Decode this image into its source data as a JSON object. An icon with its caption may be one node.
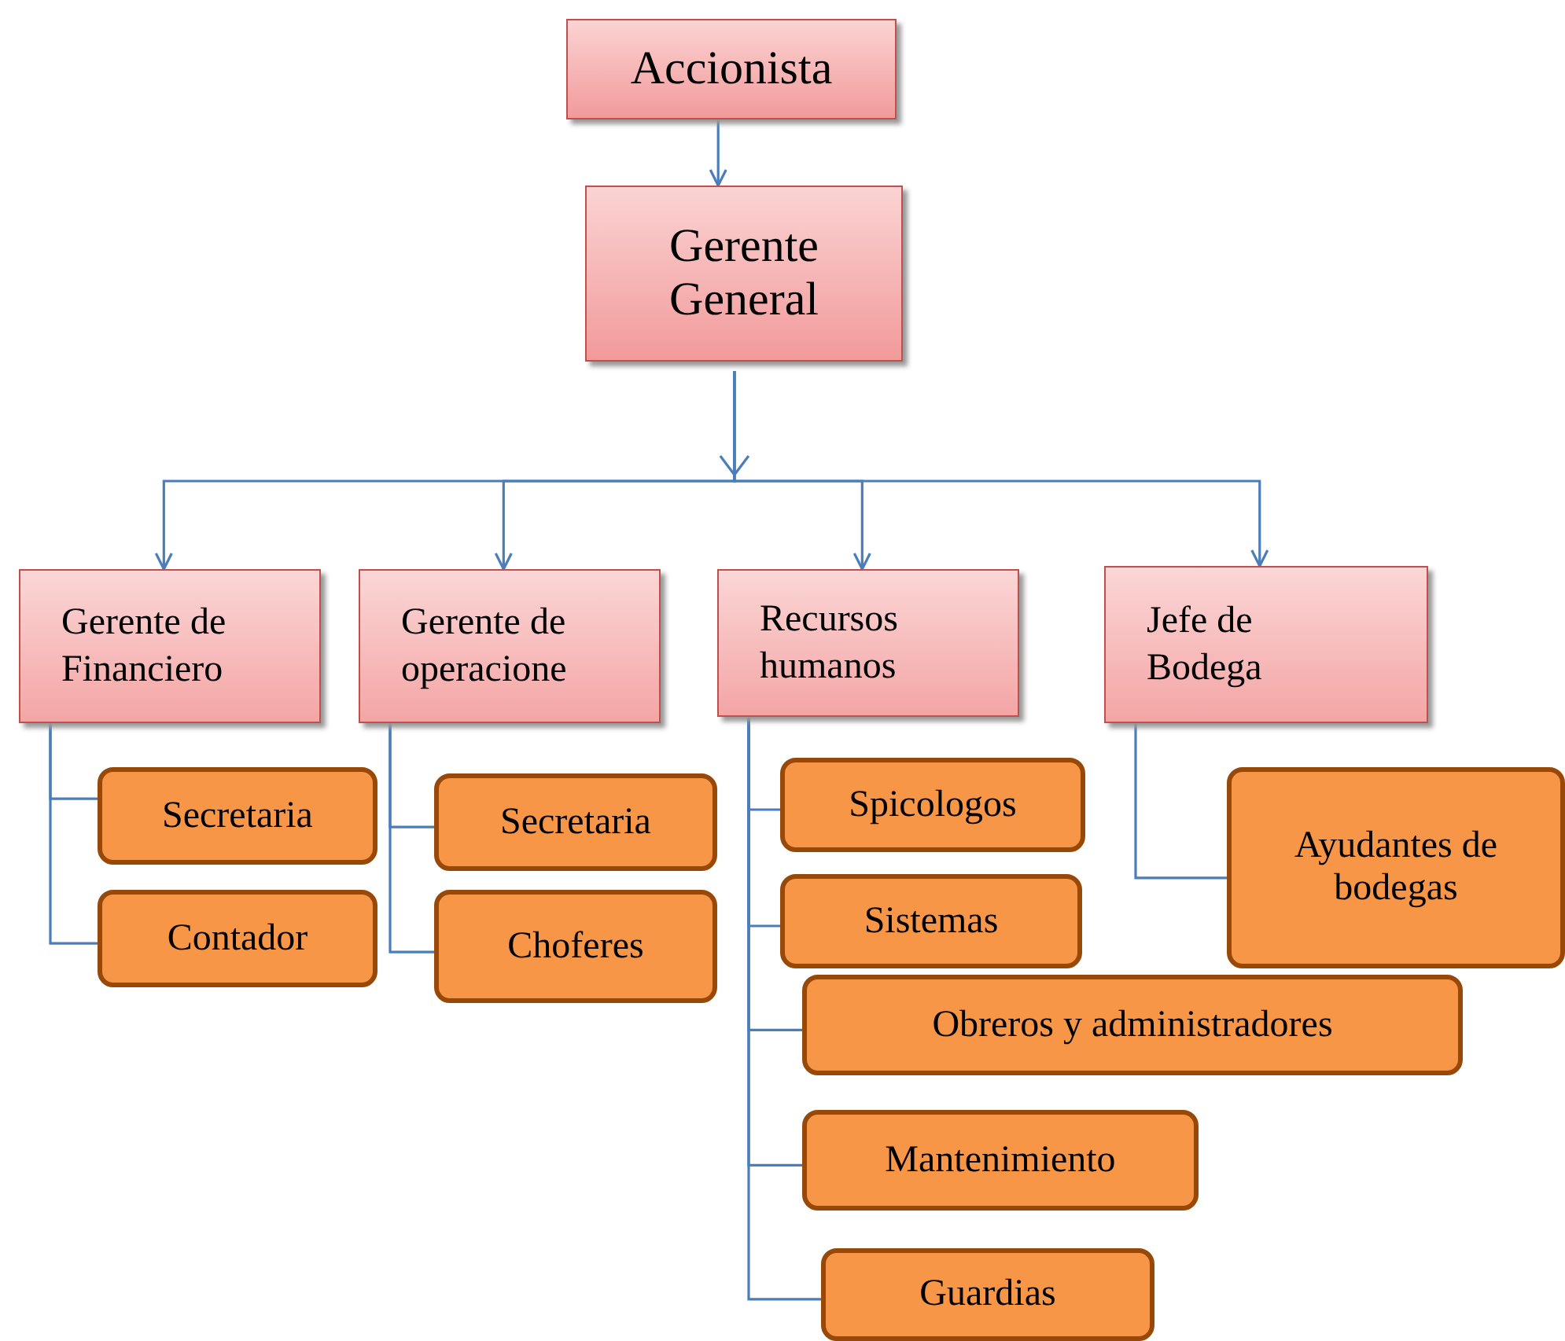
{
  "diagram": {
    "nodes": [
      {
        "text": [
          "Accionista"
        ]
      },
      {
        "text": [
          "Gerente General"
        ]
      },
      {
        "text": [
          "Gerente de Financiero"
        ]
      },
      {
        "text": [
          "Gerente de operacione"
        ]
      },
      {
        "text": [
          "Recursos humanos"
        ]
      },
      {
        "text": [
          "Jefe de Bodega"
        ]
      },
      {
        "text": [
          "Secretaria"
        ]
      },
      {
        "text": [
          "Contador"
        ]
      },
      {
        "text": [
          "Secretaria"
        ]
      },
      {
        "text": [
          "Choferes"
        ]
      },
      {
        "text": [
          "Spicologos"
        ]
      },
      {
        "text": [
          "Sistemas"
        ]
      },
      {
        "text": [
          "Obreros y  administradores"
        ]
      },
      {
        "text": [
          "Mantenimiento"
        ]
      },
      {
        "text": [
          "Guardias"
        ]
      },
      {
        "text": [
          "Ayudantes de bodegas"
        ]
      }
    ],
    "edges": [
      {
        "from": 0,
        "to": 1,
        "arrow": "to"
      },
      {
        "from": 1,
        "to": 2,
        "arrow": "to"
      },
      {
        "from": 1,
        "to": 3,
        "arrow": "to"
      },
      {
        "from": 1,
        "to": 4,
        "arrow": "to"
      },
      {
        "from": 1,
        "to": 5,
        "arrow": "to"
      },
      {
        "from": 2,
        "to": 6,
        "arrow": "none"
      },
      {
        "from": 2,
        "to": 7,
        "arrow": "none"
      },
      {
        "from": 3,
        "to": 8,
        "arrow": "none"
      },
      {
        "from": 3,
        "to": 9,
        "arrow": "none"
      },
      {
        "from": 4,
        "to": 10,
        "arrow": "none"
      },
      {
        "from": 4,
        "to": 11,
        "arrow": "none"
      },
      {
        "from": 4,
        "to": 12,
        "arrow": "none"
      },
      {
        "from": 4,
        "to": 13,
        "arrow": "none"
      },
      {
        "from": 4,
        "to": 14,
        "arrow": "none"
      },
      {
        "from": 5,
        "to": 15,
        "arrow": "none"
      }
    ]
  }
}
